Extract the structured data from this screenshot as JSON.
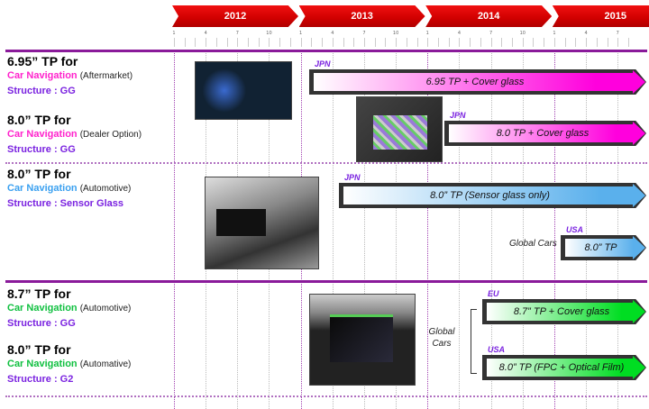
{
  "timeline": {
    "years": [
      "2012",
      "2013",
      "2014",
      "2015"
    ],
    "month_labels": [
      "1",
      "4",
      "7",
      "10"
    ]
  },
  "rows": [
    {
      "title": "6.95” TP for",
      "app": "Car Navigation",
      "qualifier": "(Aftermarket)",
      "structure": "Structure : GG",
      "color": "#ff22cc"
    },
    {
      "title": "8.0” TP for",
      "app": "Car Navigation",
      "qualifier": "(Dealer Option)",
      "structure": "Structure : GG",
      "color": "#ff22cc"
    },
    {
      "title": "8.0” TP for",
      "app": "Car Navigation",
      "qualifier": "(Automotive)",
      "structure": "Structure : Sensor Glass",
      "color": "#3aa0f0"
    },
    {
      "title": "8.7” TP for",
      "app": "Car Navigation",
      "qualifier": "(Automotive)",
      "structure": "Structure :  GG",
      "color": "#10c040"
    },
    {
      "title": "8.0” TP for",
      "app": "Car Navigation",
      "qualifier": "(Automative)",
      "structure": "Structure :  G2",
      "color": "#10c040"
    }
  ],
  "arrows": [
    {
      "region": "JPN",
      "label": "6.95 TP + Cover glass",
      "color": "#ff00dd"
    },
    {
      "region": "JPN",
      "label": "8.0 TP + Cover glass",
      "color": "#ff00dd"
    },
    {
      "region": "JPN",
      "label": "8.0” TP (Sensor glass only)",
      "color": "#5ab0ec"
    },
    {
      "region": "USA",
      "label": "8.0” TP",
      "color": "#5ab0ec"
    },
    {
      "region": "EU",
      "label": "8.7” TP + Cover glass",
      "color": "#00dd22"
    },
    {
      "region": "USA",
      "label": "8.0” TP (FPC + Optical Film)",
      "color": "#00dd22"
    }
  ],
  "global_cars": "Global Cars"
}
